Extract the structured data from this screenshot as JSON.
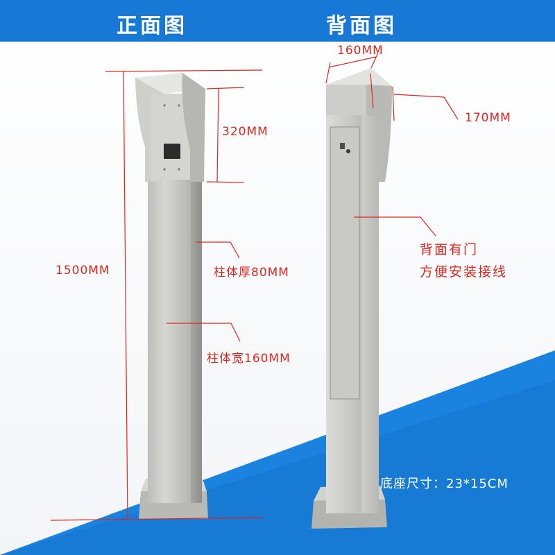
{
  "titles": {
    "front": "正面图",
    "back": "背面图"
  },
  "dimensions": {
    "top_width": "160MM",
    "depth": "170MM",
    "head_height": "320MM",
    "total_height": "1500MM",
    "thickness": "柱体厚80MM",
    "width": "柱体宽160MM"
  },
  "notes": {
    "door_line1": "背面有门",
    "door_line2": "方便安装接线"
  },
  "base_spec": "底座尺寸：23*15CM",
  "colors": {
    "header_blue": "#1778d6",
    "annotation_red": "#e0251c",
    "steel": "#c4c4c0"
  }
}
